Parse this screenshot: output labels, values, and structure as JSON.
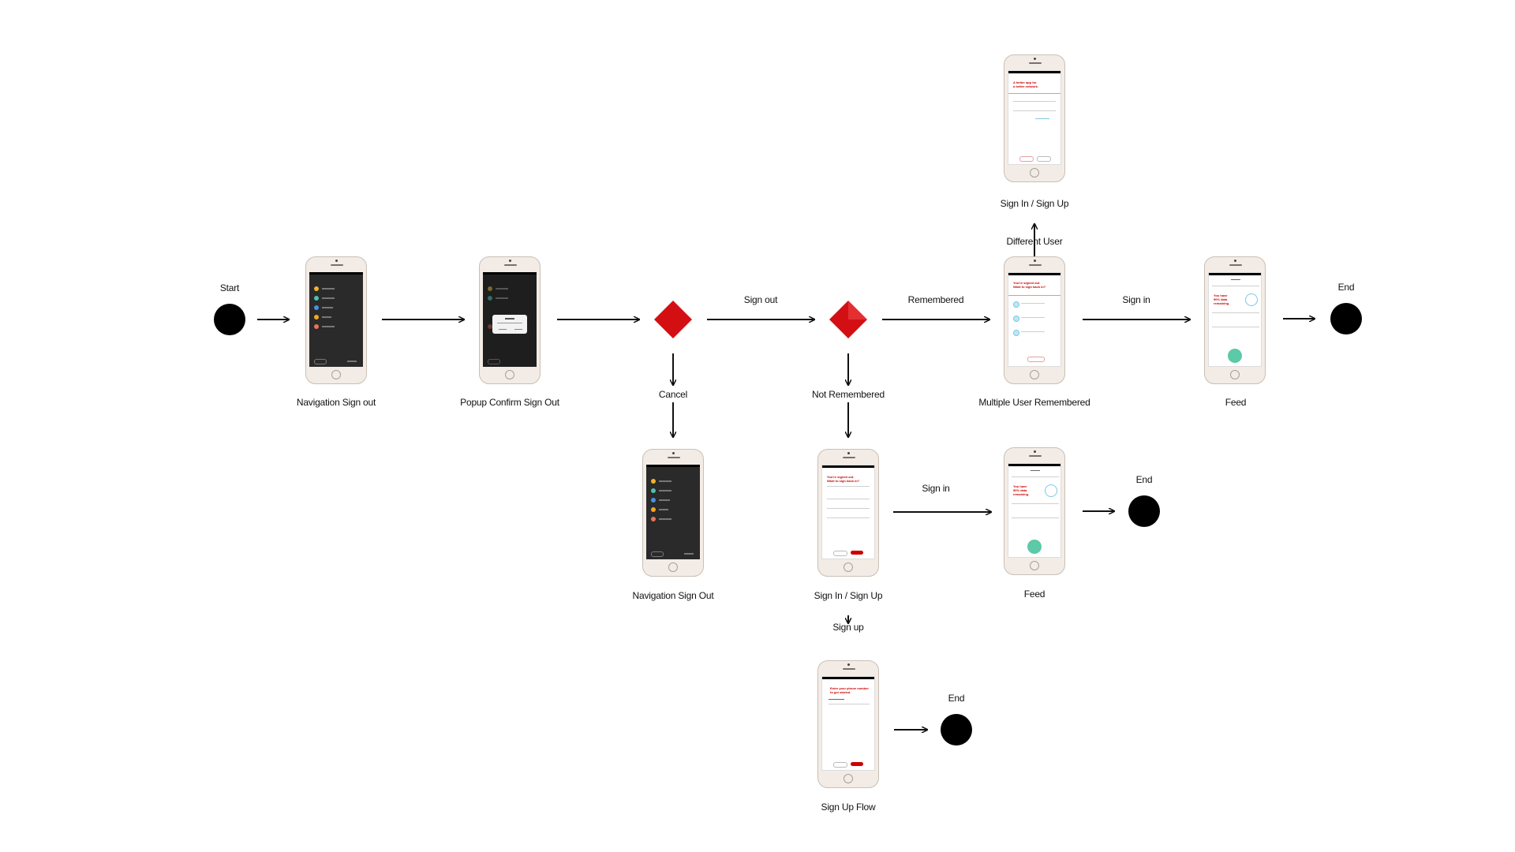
{
  "diagram": {
    "labels": {
      "start": "Start",
      "nav_sign_out": "Navigation Sign out",
      "popup_confirm": "Popup Confirm Sign Out",
      "sign_out": "Sign out",
      "cancel": "Cancel",
      "nav_sign_out_2": "Navigation Sign Out",
      "not_remembered": "Not Remembered",
      "remembered": "Remembered",
      "multiple_user": "Multiple User Remembered",
      "different_user": "Different User",
      "sign_in_up_top": "Sign In / Sign Up",
      "sign_in_1": "Sign in",
      "feed_1": "Feed",
      "end_1": "End",
      "sign_in_up_mid": "Sign In / Sign Up",
      "sign_in_2": "Sign in",
      "feed_2": "Feed",
      "end_2": "End",
      "sign_up": "Sign up",
      "sign_up_flow": "Sign Up Flow",
      "end_3": "End"
    },
    "colors": {
      "decision": "#d40f14",
      "node": "#000000",
      "brand_red": "#cc0000",
      "arrow": "#111111"
    }
  }
}
